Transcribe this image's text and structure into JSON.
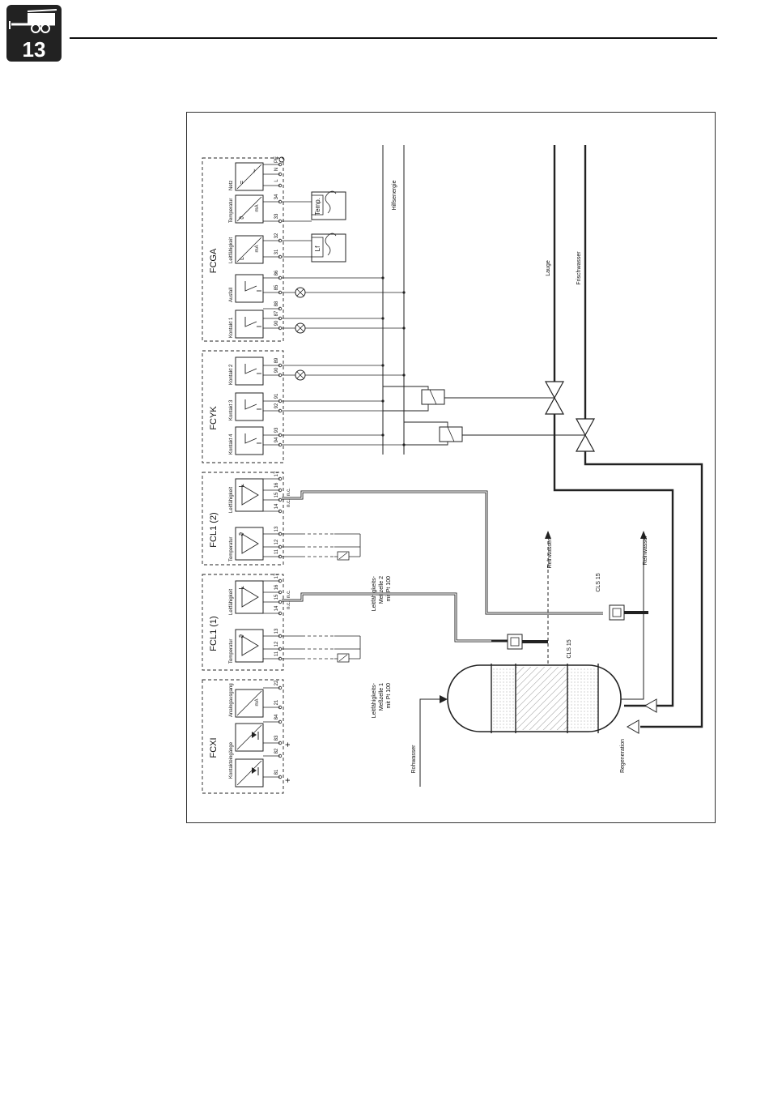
{
  "header": {
    "chapter_number": "13",
    "chapter_icon": "trailer-icon"
  },
  "diagram": {
    "modules": [
      {
        "id": "FCXI",
        "label": "FCXI",
        "channels": [
          "Kontakteingänge",
          "Analogausgang"
        ],
        "terminals": [
          "81",
          "82",
          "83",
          "84",
          "21",
          "22"
        ],
        "polarity": [
          "+",
          "+"
        ]
      },
      {
        "id": "FCL1_1",
        "label": "FCL1 (1)",
        "channels": [
          "Temperatur",
          "Leitfähigkeit"
        ],
        "terminals": [
          "11",
          "12",
          "13",
          "14",
          "15",
          "16",
          "17"
        ],
        "nc": [
          "n.c.",
          "n.c."
        ]
      },
      {
        "id": "FCL1_2",
        "label": "FCL1 (2)",
        "channels": [
          "Temperatur",
          "Leitfähigkeit"
        ],
        "terminals": [
          "11",
          "12",
          "13",
          "14",
          "15",
          "16",
          "17"
        ],
        "nc": [
          "n.c.",
          "n.c."
        ]
      },
      {
        "id": "FCYK",
        "label": "FCYK",
        "channels": [
          "Kontakt 4",
          "Kontakt 3",
          "Kontakt 2"
        ],
        "terminals": [
          "94",
          "93",
          "92",
          "91",
          "90",
          "89"
        ]
      },
      {
        "id": "FCGA",
        "label": "FCGA",
        "channels": [
          "Kontakt 1",
          "Ausfall",
          "Leitfähigkeit",
          "Temperatur",
          "Netz"
        ],
        "terminals": [
          "90",
          "87",
          "88",
          "85",
          "86",
          "31",
          "32",
          "33",
          "34",
          "L",
          "N",
          "PE"
        ]
      }
    ],
    "symbols": {
      "theta": "ϑ",
      "lambda": "L",
      "mA": "mA"
    },
    "recorders": [
      "Lf",
      "Temp."
    ],
    "sensors": [
      {
        "label": "Leitfähigkeits-\nMeßzelle 1\nmit Pt 100",
        "probe": "CLS 15"
      },
      {
        "label": "Leitfähigkeits-\nMeßzelle 2\nmit Pt 100",
        "probe": "CLS 15"
      }
    ],
    "labels": {
      "hilfsenergie": "Hilfsenergie",
      "lauge": "Lauge",
      "frischwasser": "Frischwasser",
      "reinwasser_1": "Reinwasser",
      "reinwasser_2": "Reinwasser",
      "rohwasser": "Rohwasser",
      "regeneration": "Regeneration"
    }
  }
}
